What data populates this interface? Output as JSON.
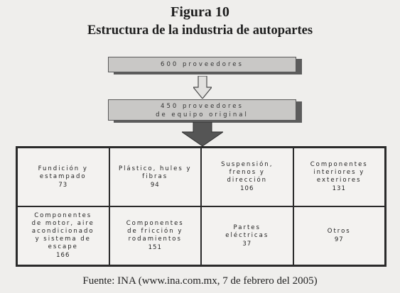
{
  "figure": {
    "number": "Figura 10",
    "title": "Estructura de la industria de autopartes"
  },
  "level1": {
    "text": "600 proveedores"
  },
  "level2": {
    "line1": "450 proveedores",
    "line2": "de equipo original"
  },
  "categories": [
    {
      "lines": [
        "Fundición y",
        "estampado"
      ],
      "value": "73"
    },
    {
      "lines": [
        "Plástico, hules y",
        "fibras"
      ],
      "value": "94"
    },
    {
      "lines": [
        "Suspensión,",
        "frenos y",
        "dirección"
      ],
      "value": "106"
    },
    {
      "lines": [
        "Componentes",
        "interiores y",
        "exteriores"
      ],
      "value": "131"
    },
    {
      "lines": [
        "Componentes",
        "de motor, aire",
        "acondicionado",
        "y sistema de",
        "escape"
      ],
      "value": "166"
    },
    {
      "lines": [
        "Componentes",
        "de fricción y",
        "rodamientos"
      ],
      "value": "151"
    },
    {
      "lines": [
        "Partes",
        "eléctricas"
      ],
      "value": "37"
    },
    {
      "lines": [
        "Otros"
      ],
      "value": "97"
    }
  ],
  "source": "Fuente: INA (www.ina.com.mx, 7 de febrero del 2005)",
  "colors": {
    "bar_fill": "#c9c8c6",
    "shadow": "#5c5c5c",
    "arrow_fill": "#555555"
  }
}
